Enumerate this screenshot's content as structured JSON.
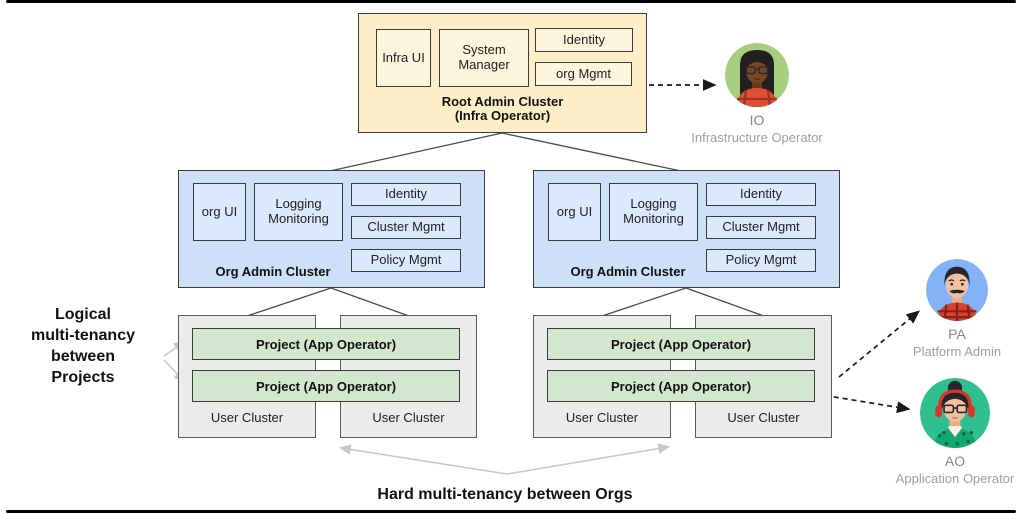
{
  "root_cluster": {
    "label": "Root Admin Cluster",
    "sublabel": "(Infra Operator)",
    "components": {
      "infra_ui": "Infra UI",
      "system_manager": "System Manager",
      "identity": "Identity",
      "org_mgmt": "org Mgmt"
    }
  },
  "org_cluster": {
    "label": "Org Admin Cluster",
    "components": {
      "org_ui": "org UI",
      "logging_monitoring": "Logging Monitoring",
      "identity": "Identity",
      "cluster_mgmt": "Cluster Mgmt",
      "policy_mgmt": "Policy Mgmt"
    }
  },
  "user_cluster_label": "User Cluster",
  "project_label": "Project (App Operator)",
  "annotations": {
    "left_lines": [
      "Logical",
      "multi-tenancy",
      "between",
      "Projects"
    ],
    "bottom": "Hard multi-tenancy between Orgs"
  },
  "personas": {
    "io": {
      "abbr": "IO",
      "role": "Infrastructure Operator"
    },
    "pa": {
      "abbr": "PA",
      "role": "Platform Admin"
    },
    "ao": {
      "abbr": "AO",
      "role": "Application Operator"
    }
  },
  "colors": {
    "root_fill": "#FCEFC7",
    "root_inner_fill": "#FDF5DC",
    "org_fill": "#CEDFF8",
    "org_inner_fill": "#DCE8FB",
    "user_cluster_fill": "#EBEBEB",
    "project_fill": "#D3E7CE",
    "io_avatar_bg": "#A6CE7F",
    "pa_avatar_bg": "#83B2F6",
    "ao_avatar_bg": "#2FBE8F",
    "tree_line": "#4a4a4a",
    "gray_arrow": "#C3C6CA",
    "dashed_arrow": "#1a1a1a"
  }
}
